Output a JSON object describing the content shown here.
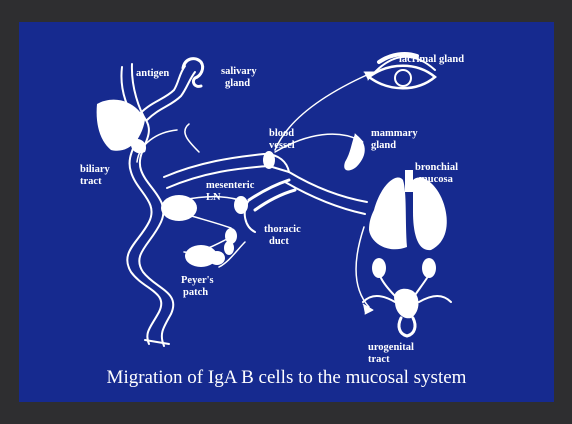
{
  "caption": "Migration of IgA B cells to the mucosal system",
  "labels": {
    "antigen": "antigen",
    "salivary_1": "salivary",
    "salivary_2": "gland",
    "lacrimal": "lacrimal gland",
    "biliary_1": "biliary",
    "biliary_2": "tract",
    "blood_1": "blood",
    "blood_2": "vessel",
    "mammary_1": "mammary",
    "mammary_2": "gland",
    "mesenteric": "mesenteric",
    "ln": "LN",
    "bronchial_1": "bronchial",
    "bronchial_2": "mucosa",
    "thoracic_1": "thoracic",
    "thoracic_2": "duct",
    "peyers_1": "Peyer's",
    "peyers_2": "patch",
    "urogenital_1": "urogenital",
    "urogenital_2": "tract"
  },
  "colors": {
    "slide_background": "#162a8f",
    "frame": "#2e2e30",
    "ink": "#ffffff"
  }
}
